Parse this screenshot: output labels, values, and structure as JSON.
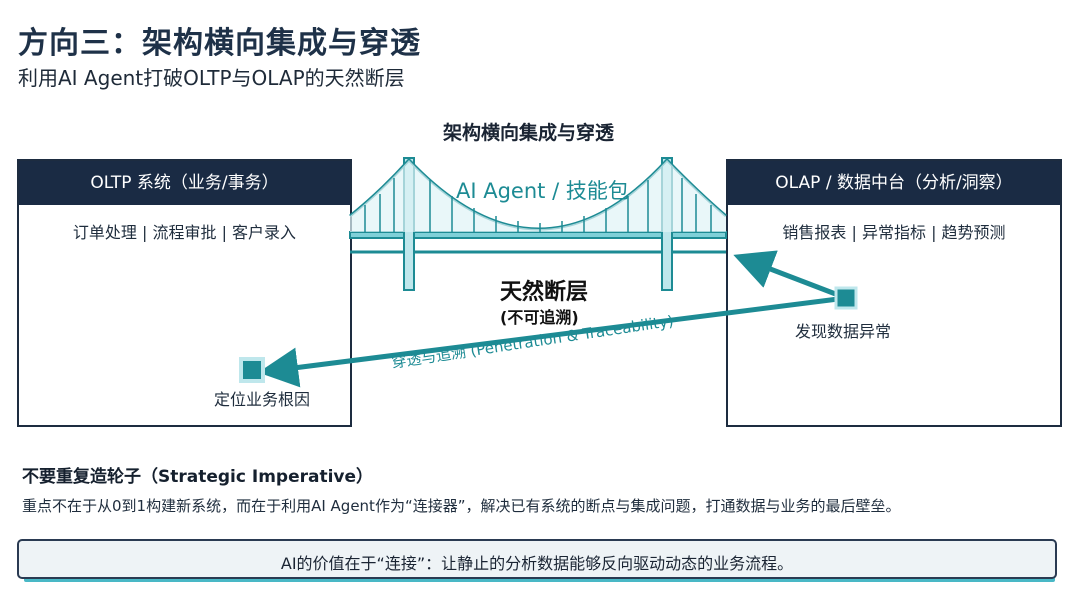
{
  "header": {
    "title": "方向三：架构横向集成与穿透",
    "subtitle": "利用AI Agent打破OLTP与OLAP的天然断层"
  },
  "bridge": {
    "title": "架构横向集成与穿透",
    "label": "AI Agent / 技能包"
  },
  "oltp": {
    "heading": "OLTP 系统（业务/事务）",
    "items": "订单处理 | 流程审批 | 客户录入",
    "node_label": "定位业务根因"
  },
  "olap": {
    "heading": "OLAP / 数据中台（分析/洞察）",
    "items": "销售报表 | 异常指标 | 趋势预测",
    "node_label": "发现数据异常"
  },
  "rift": {
    "main": "天然断层",
    "sub": "(不可追溯)"
  },
  "arrow": {
    "label": "穿透与追溯 (Penetration & Traceability)"
  },
  "imperative": {
    "title": "不要重复造轮子（Strategic Imperative）",
    "body": "重点不在于从0到1构建新系统，而在于利用AI Agent作为“连接器”，解决已有系统的断点与集成问题，打通数据与业务的最后壁垒。"
  },
  "callout": {
    "text": "AI的价值在于“连接”：让静止的分析数据能够反向驱动动态的业务流程。"
  },
  "colors": {
    "teal": "#1d8b94",
    "navy": "#1a2b44"
  }
}
